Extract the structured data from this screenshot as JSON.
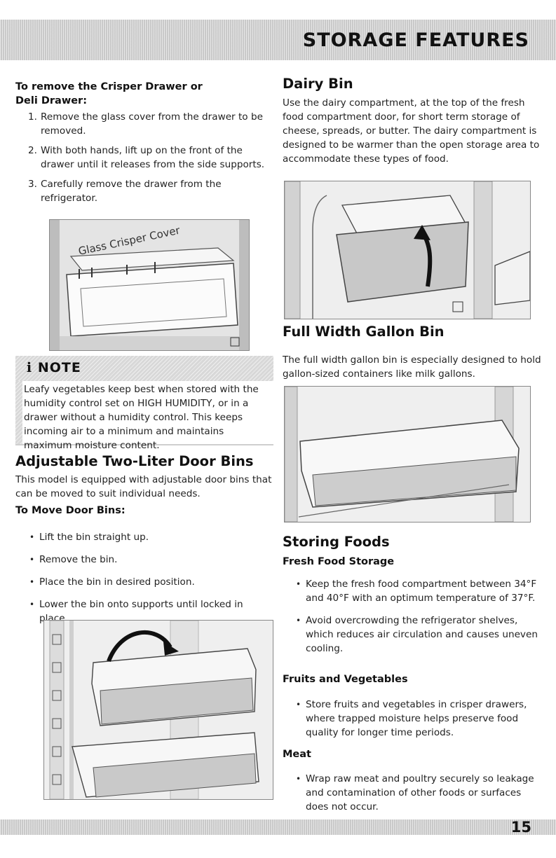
{
  "header": {
    "title": "STORAGE FEATURES"
  },
  "left": {
    "crisper_heading_line1": "To remove the Crisper Drawer or",
    "crisper_heading_line2": "Deli Drawer:",
    "steps": [
      {
        "num": "1.",
        "text": "Remove the glass cover from the drawer to be removed."
      },
      {
        "num": "2.",
        "text": "With both hands, lift up on the front of the drawer until it releases from the side supports."
      },
      {
        "num": "3.",
        "text": "Carefully remove the drawer from the refrigerator."
      }
    ],
    "crisper_image_label": "Glass Crisper Cover",
    "note": {
      "title": "NOTE",
      "text": "Leafy vegetables keep best when stored with the humidity control set on HIGH HUMIDITY, or in a drawer without a humidity control. This keeps incoming air to a minimum and maintains maximum moisture content."
    },
    "door_bins_heading": "Adjustable Two-Liter Door Bins",
    "door_bins_text": "This model is equipped with adjustable door bins that can be moved to suit individual needs.",
    "move_bins_heading": "To Move Door Bins:",
    "move_bins_bullets": [
      "Lift the bin straight up.",
      "Remove the bin.",
      "Place the bin in desired position.",
      "Lower the bin onto supports until locked in place."
    ]
  },
  "right": {
    "dairy_heading": "Dairy Bin",
    "dairy_text": "Use the dairy compartment, at the top of the fresh food compartment door, for short term storage of cheese, spreads, or butter. The dairy compartment is designed to be warmer than the open storage area to accommodate these types of food.",
    "gallon_heading": "Full Width Gallon Bin",
    "gallon_text": "The full width gallon bin is especially designed to hold gallon-sized containers like milk gallons.",
    "storing_heading": "Storing Foods",
    "fresh_heading": "Fresh Food Storage",
    "fresh_bullets": [
      "Keep the fresh food compartment between 34°F and 40°F with an optimum temperature of 37°F.",
      "Avoid overcrowding the refrigerator shelves, which reduces air circulation and causes uneven cooling."
    ],
    "fruits_heading": "Fruits and Vegetables",
    "fruits_bullets": [
      "Store fruits and vegetables in crisper drawers, where trapped moisture helps preserve food quality for longer time periods."
    ],
    "meat_heading": "Meat",
    "meat_bullets": [
      "Wrap raw meat and poultry securely so leakage and contamination of other foods or surfaces does not occur."
    ]
  },
  "footer": {
    "page_number": "15"
  },
  "colors": {
    "band": "#c9c9c9",
    "text": "#1a1a1a",
    "heading": "#111111"
  }
}
